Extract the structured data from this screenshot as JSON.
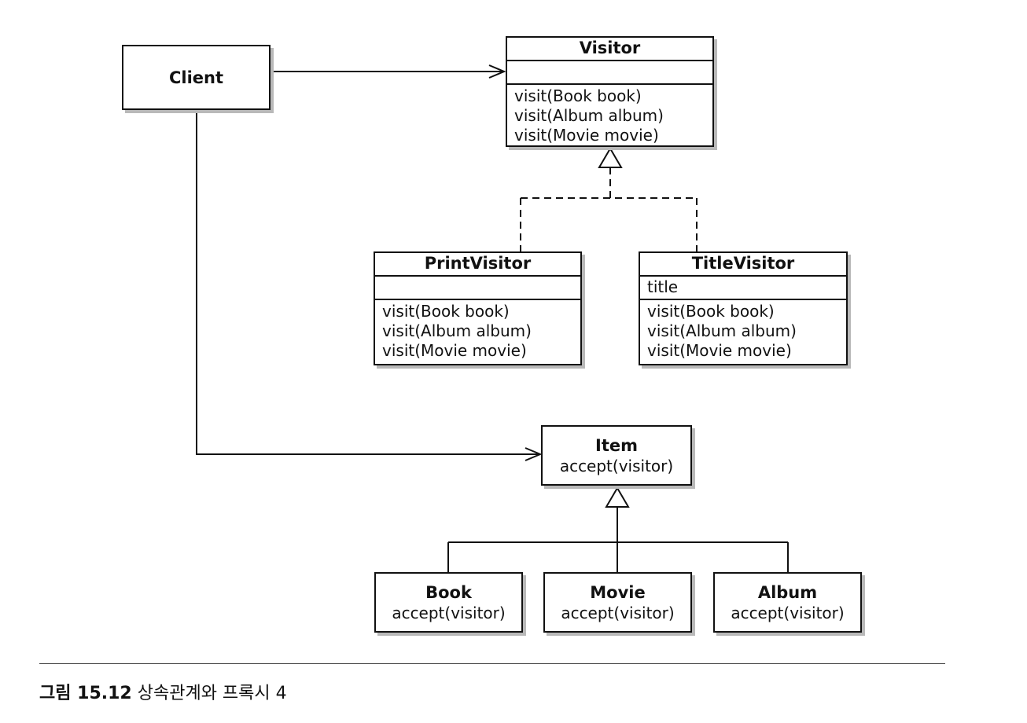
{
  "diagram": {
    "client": {
      "name": "Client"
    },
    "visitor": {
      "name": "Visitor",
      "attributes": [],
      "operations": [
        "visit(Book book)",
        "visit(Album album)",
        "visit(Movie movie)"
      ]
    },
    "print_visitor": {
      "name": "PrintVisitor",
      "attributes": [],
      "operations": [
        "visit(Book book)",
        "visit(Album album)",
        "visit(Movie movie)"
      ]
    },
    "title_visitor": {
      "name": "TitleVisitor",
      "attributes": [
        "title"
      ],
      "operations": [
        "visit(Book book)",
        "visit(Album album)",
        "visit(Movie movie)"
      ]
    },
    "item": {
      "name": "Item",
      "operation": "accept(visitor)"
    },
    "book": {
      "name": "Book",
      "operation": "accept(visitor)"
    },
    "movie": {
      "name": "Movie",
      "operation": "accept(visitor)"
    },
    "album": {
      "name": "Album",
      "operation": "accept(visitor)"
    },
    "relations": [
      {
        "from": "Client",
        "to": "Visitor",
        "type": "association"
      },
      {
        "from": "Client",
        "to": "Item",
        "type": "association"
      },
      {
        "from": "PrintVisitor",
        "to": "Visitor",
        "type": "realization"
      },
      {
        "from": "TitleVisitor",
        "to": "Visitor",
        "type": "realization"
      },
      {
        "from": "Book",
        "to": "Item",
        "type": "generalization"
      },
      {
        "from": "Movie",
        "to": "Item",
        "type": "generalization"
      },
      {
        "from": "Album",
        "to": "Item",
        "type": "generalization"
      }
    ]
  },
  "caption": {
    "figure_label": "그림 15.12",
    "text": "상속관계와 프록시 4"
  }
}
